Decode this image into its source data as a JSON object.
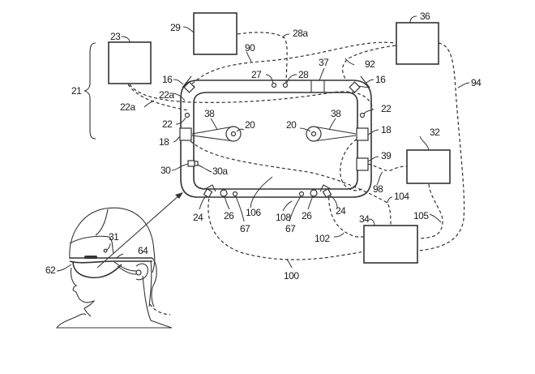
{
  "figure": {
    "description": "Patent drawing: head-mounted display frame with sensors connected to external modules",
    "boxes": {
      "b23": "",
      "b29": "",
      "b36": "",
      "b32": "",
      "b34": ""
    },
    "labels": {
      "l21": "21",
      "l23": "23",
      "l29": "29",
      "l28a": "28a",
      "l90": "90",
      "l36": "36",
      "l27": "27",
      "l28": "28",
      "l37": "37",
      "l92": "92",
      "l94": "94",
      "l16a": "16",
      "l16b": "16",
      "l22a_1": "22a",
      "l22a_2": "22a",
      "l22_left": "22",
      "l22_right": "22",
      "l38_left": "38",
      "l38_right": "38",
      "l20_left": "20",
      "l20_right": "20",
      "l18_left": "18",
      "l18_right": "18",
      "l32": "32",
      "l39": "39",
      "l30": "30",
      "l30a": "30a",
      "l98": "98",
      "l104": "104",
      "l24_left": "24",
      "l24_right": "24",
      "l26_left": "26",
      "l26_right": "26",
      "l106": "106",
      "l108": "108",
      "l67_left": "67",
      "l67_right": "67",
      "l105": "105",
      "l34": "34",
      "l102": "102",
      "l100": "100",
      "l31": "31",
      "l64": "64",
      "l62": "62"
    }
  }
}
